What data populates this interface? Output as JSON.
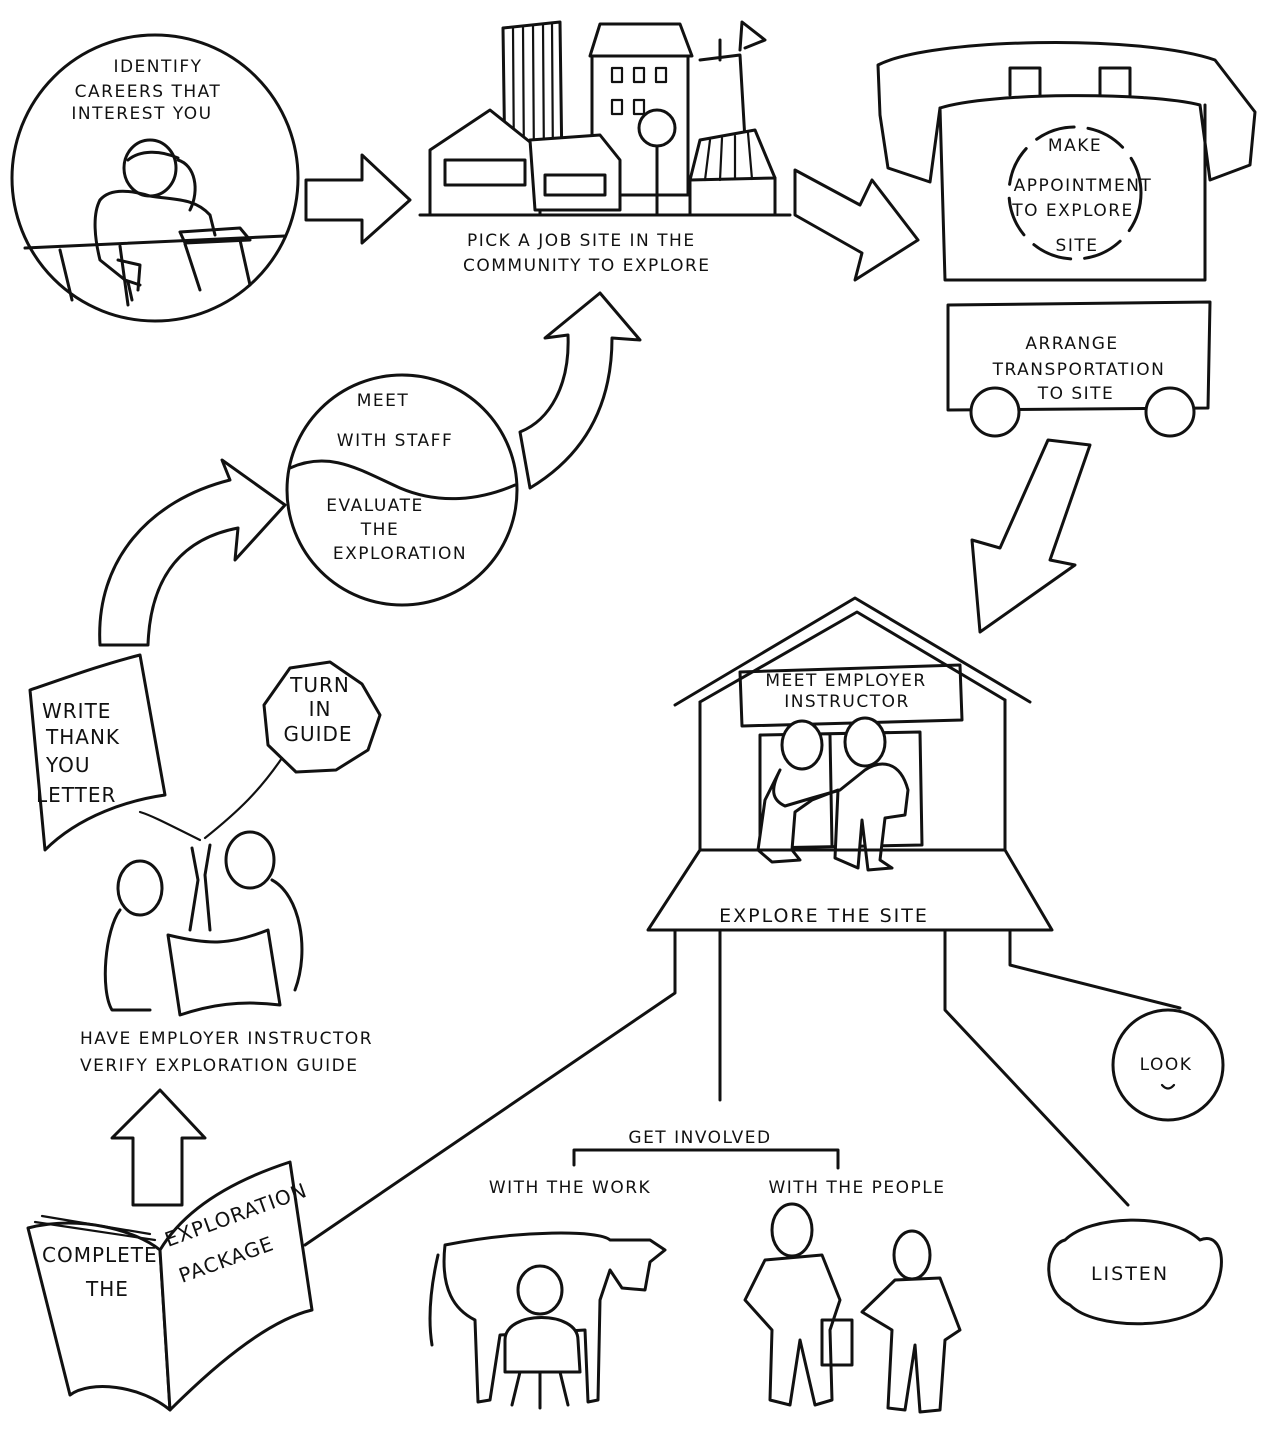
{
  "steps": {
    "identify": {
      "lines": [
        "IDENTIFY",
        "CAREERS THAT",
        "INTEREST YOU"
      ]
    },
    "pick": {
      "lines": [
        "PICK A JOB SITE IN THE",
        "COMMUNITY TO EXPLORE"
      ]
    },
    "appointment": {
      "lines": [
        "MAKE",
        "APPOINTMENT",
        "TO EXPLORE",
        "SITE"
      ]
    },
    "transport": {
      "lines": [
        "ARRANGE",
        "TRANSPORTATION",
        "TO SITE"
      ]
    },
    "meet_employer": {
      "lines": [
        "MEET EMPLOYER",
        "INSTRUCTOR"
      ]
    },
    "explore": {
      "label": "EXPLORE THE SITE"
    },
    "look": {
      "label": "LOOK"
    },
    "listen": {
      "label": "LISTEN"
    },
    "get_involved": {
      "label": "GET INVOLVED",
      "work": "WITH THE WORK",
      "people": "WITH THE PEOPLE"
    },
    "package": {
      "left": [
        "COMPLETE",
        "THE"
      ],
      "right": [
        "EXPLORATION",
        "PACKAGE"
      ]
    },
    "verify": {
      "lines": [
        "HAVE EMPLOYER INSTRUCTOR",
        "VERIFY EXPLORATION GUIDE"
      ]
    },
    "thank_you": {
      "lines": [
        "WRITE",
        "THANK",
        "YOU",
        "LETTER"
      ]
    },
    "turn_in": {
      "lines": [
        "TURN",
        "IN",
        "GUIDE"
      ]
    },
    "meet_staff": {
      "top": [
        "MEET",
        "WITH STAFF"
      ],
      "bottom": [
        "EVALUATE",
        "THE",
        "EXPLORATION"
      ]
    }
  }
}
